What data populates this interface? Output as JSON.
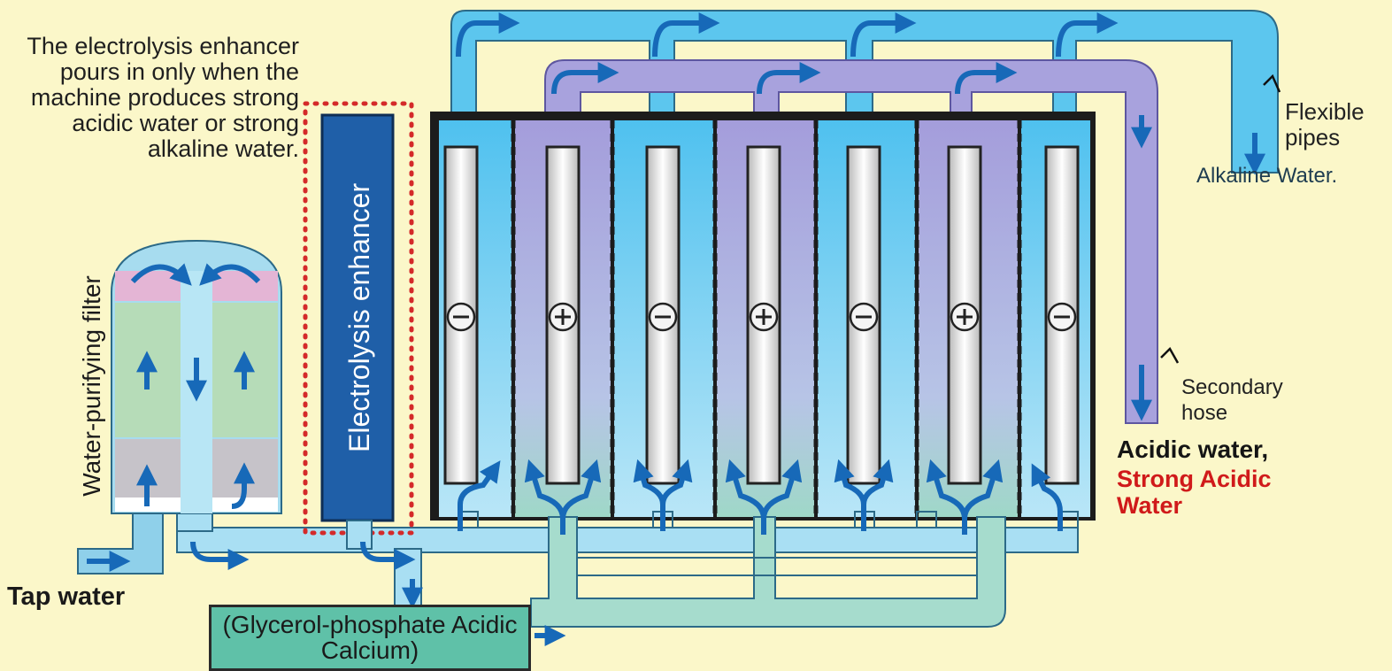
{
  "labels": {
    "enhancer_note": "The electrolysis enhancer pours in only when the machine produces strong acidic water or strong alkaline water.",
    "electrolysis_enhancer": "Electrolysis enhancer",
    "water_purifying_filter": "Water-purifying filter",
    "tap_water": "Tap water",
    "flexible_pipes": "Flexible pipes",
    "alkaline_water": "Alkaline Water.",
    "secondary_hose": "Secondary hose",
    "acidic_water": "Acidic water,",
    "strong_acidic_water": "Strong Acidic Water",
    "calcium_additive": "(Glycerol-phosphate Acidic Calcium)"
  },
  "electrodes": [
    "−",
    "+",
    "−",
    "+",
    "−",
    "+",
    "−"
  ],
  "colors": {
    "background": "#fbf7c9",
    "alkaline_blue": "#5cc6ee",
    "acidic_purple": "#a8a2dd",
    "arrow_blue": "#1769b8",
    "enhancer_box": "#1f5fa8",
    "dotted_border": "#d42a2a",
    "calcium_box": "#5fc1a8",
    "accent_red": "#d01a1a"
  }
}
